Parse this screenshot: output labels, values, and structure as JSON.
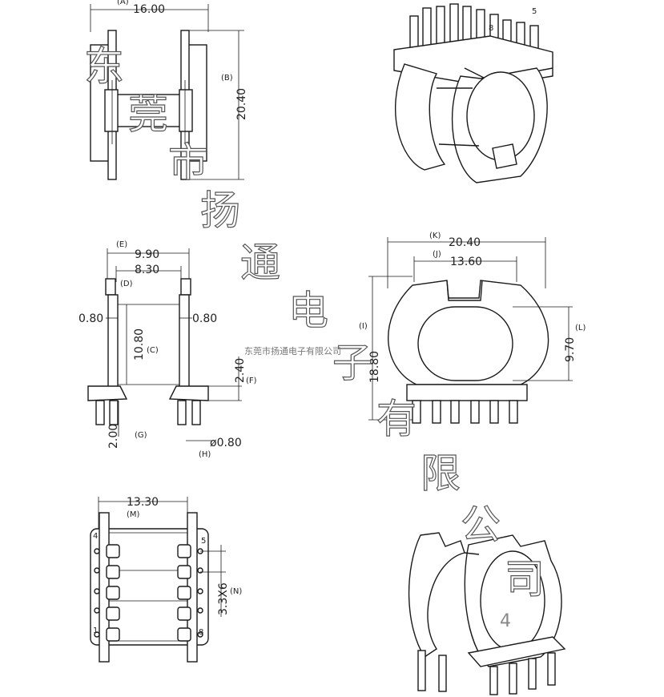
{
  "views": {
    "top_left": {
      "width_dim": "16.00",
      "width_tag": "(A)",
      "height_dim": "20.40",
      "height_tag": "(B)"
    },
    "side": {
      "outer_dim": "9.90",
      "outer_tag": "(E)",
      "inner_dim": "8.30",
      "inner_tag": "(D)",
      "left_wall": "0.80",
      "right_wall": "0.80",
      "height_dim": "10.80",
      "height_tag": "(C)",
      "base_dim": "2.40",
      "base_tag": "(F)",
      "pin_len": "2.00",
      "pin_tag": "(G)",
      "pin_dia": "ø0.80",
      "pin_dia_tag": "(H)"
    },
    "front": {
      "outer_dim": "20.40",
      "outer_tag": "(K)",
      "inner_dim": "13.60",
      "inner_tag": "(J)",
      "height_dim": "18.80",
      "height_tag": "(I)",
      "win_dim": "9.70",
      "win_tag": "(L)"
    },
    "bottom": {
      "width_dim": "13.30",
      "width_tag": "(M)",
      "pitch_dim": "3.3X6",
      "pitch_tag": "(N)",
      "pin_labels": [
        "4",
        "1",
        "5",
        "8"
      ]
    },
    "iso_top": {
      "pin_labels": [
        "8",
        "5"
      ]
    },
    "iso_bottom": {
      "pin_label": "4"
    }
  },
  "watermark": {
    "diagonal": [
      "东",
      "莞",
      "市",
      "扬",
      "通",
      "电",
      "子",
      "有",
      "限",
      "公",
      "司"
    ],
    "small": "东莞市扬通电子有限公司"
  }
}
